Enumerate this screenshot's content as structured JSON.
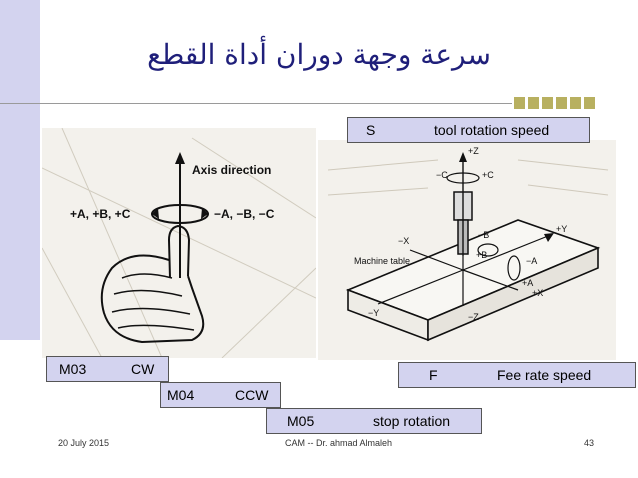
{
  "title": "سرعة وجهة دوران أداة القطع",
  "fig_left": {
    "heading": "Axis direction",
    "left_labels": "+A, +B, +C",
    "right_labels": "−A, −B, −C"
  },
  "fig_right": {
    "machine_table": "Machine table",
    "zp": "+Z",
    "zm": "−Z",
    "cm": "−C",
    "cp": "+C",
    "bm": "−B",
    "bp": "+B",
    "xm": "−X",
    "xp": "+X",
    "ym": "−Y",
    "yp": "+Y",
    "am": "−A",
    "ap": "+A"
  },
  "labels": {
    "s_code": "S",
    "s_text": "tool rotation speed",
    "m03_code": "M03",
    "m03_text": "CW",
    "m04_code": "M04",
    "m04_text": "CCW",
    "m05_code": "M05",
    "m05_text": "stop rotation",
    "f_code": "F",
    "f_text": "Fee rate speed"
  },
  "footer": {
    "date": "20 July 2015",
    "center": "CAM -- Dr. ahmad Almaleh",
    "page": "43"
  },
  "colors": {
    "label_bg": "#d3d3ef",
    "title": "#1f1f7a",
    "accent_square": "#b8b060"
  }
}
